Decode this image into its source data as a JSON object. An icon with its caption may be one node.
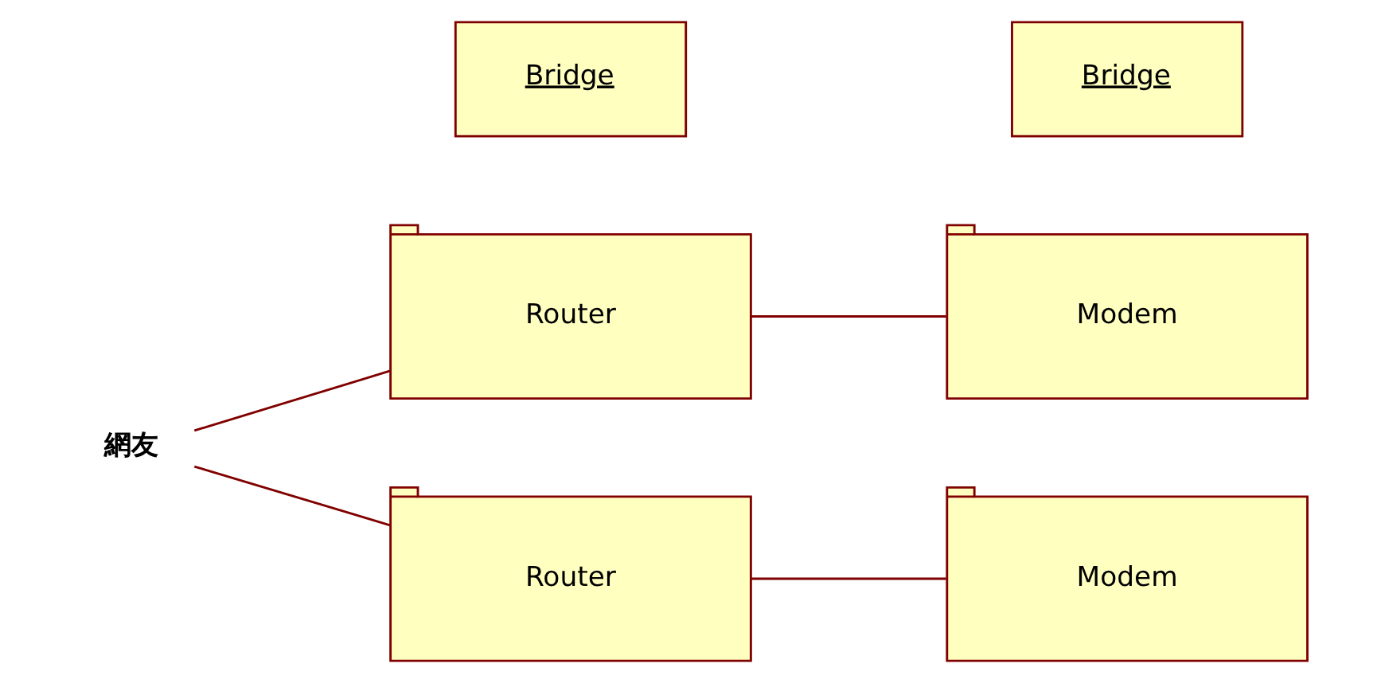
{
  "diagram": {
    "nodes": [
      {
        "text": [
          "網友"
        ]
      },
      {
        "text": [
          "Router"
        ]
      },
      {
        "text": [
          "Bridge"
        ]
      },
      {
        "text": [
          "Modem"
        ]
      },
      {
        "text": [
          "Bridge"
        ]
      },
      {
        "text": [
          "Router"
        ]
      },
      {
        "text": [
          "Modem"
        ]
      }
    ],
    "edges": [
      {
        "from": 0,
        "to": 1,
        "arrow": "none"
      },
      {
        "from": 0,
        "to": 5,
        "arrow": "none"
      },
      {
        "from": 1,
        "to": 3,
        "arrow": "none"
      },
      {
        "from": 5,
        "to": 6,
        "arrow": "none"
      }
    ]
  }
}
